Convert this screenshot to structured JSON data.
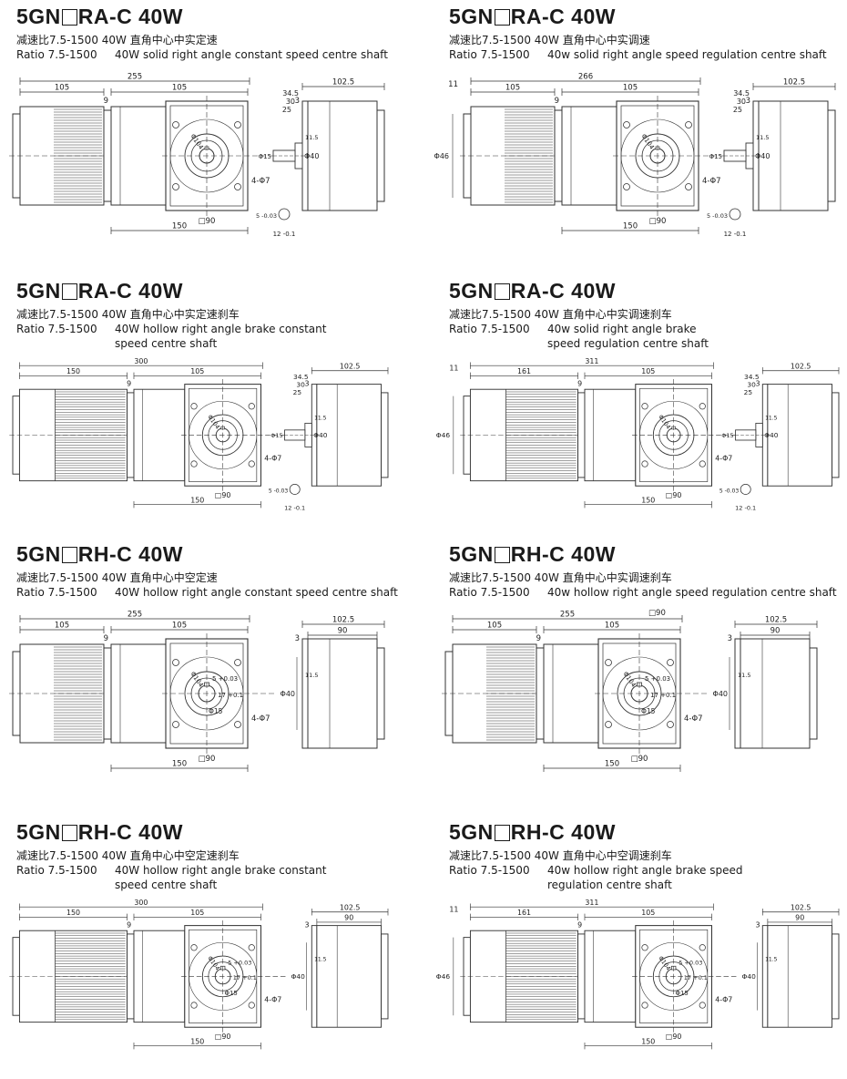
{
  "panels": [
    {
      "variant": "A",
      "title_prefix": "5GN",
      "title_suffix": "RA-C 40W",
      "cn": "减速比7.5-1500    40W 直角中心中实定速",
      "ratio": "Ratio 7.5-1500",
      "en": "40W  solid right angle constant speed centre shaft",
      "en2": "",
      "dims": {
        "total": "255",
        "d1": "105",
        "d2": "105",
        "d3": "9",
        "bottom": "150",
        "sq": "□90",
        "pcd": "Φ104",
        "holes": "4-Φ7",
        "side_top": "102.5",
        "s3": "3",
        "sa": "34.5",
        "sb": "30",
        "sc": "25",
        "shaft": "Φ15",
        "pilot": "Φ40",
        "flange": "11.5",
        "key": "5",
        "key_tol": "-0.03",
        "keyh": "12",
        "keyh_tol": "-0.1",
        "flange11": "",
        "dia46": ""
      }
    },
    {
      "variant": "A",
      "title_prefix": "5GN",
      "title_suffix": "RA-C 40W",
      "cn": "减速比7.5-1500    40W 直角中心中实调速",
      "ratio": "Ratio 7.5-1500",
      "en": "40w   solid right angle speed regulation centre shaft",
      "en2": "",
      "dims": {
        "total": "266",
        "d1": "105",
        "d2": "105",
        "d3": "9",
        "bottom": "150",
        "sq": "□90",
        "pcd": "Φ104",
        "holes": "4-Φ7",
        "side_top": "102.5",
        "s3": "3",
        "sa": "34.5",
        "sb": "30",
        "sc": "25",
        "shaft": "Φ15",
        "pilot": "Φ40",
        "flange": "11.5",
        "key": "5",
        "key_tol": "-0.03",
        "keyh": "12",
        "keyh_tol": "-0.1",
        "flange11": "11",
        "dia46": "Φ46"
      }
    },
    {
      "variant": "B",
      "title_prefix": "5GN",
      "title_suffix": "RA-C 40W",
      "cn": "减速比7.5-1500    40W 直角中心中实定速刹车",
      "ratio": "Ratio 7.5-1500",
      "en": "40W  hollow right angle brake constant",
      "en2": "speed centre shaft",
      "dims": {
        "total": "300",
        "d1": "150",
        "d2": "105",
        "d3": "9",
        "bottom": "150",
        "sq": "□90",
        "pcd": "Φ104",
        "holes": "4-Φ7",
        "side_top": "102.5",
        "s3": "3",
        "sa": "34.5",
        "sb": "30",
        "sc": "25",
        "shaft": "Φ15",
        "pilot": "Φ40",
        "flange": "11.5",
        "key": "5",
        "key_tol": "-0.03",
        "keyh": "12",
        "keyh_tol": "-0.1",
        "flange11": "",
        "dia46": ""
      }
    },
    {
      "variant": "B",
      "title_prefix": "5GN",
      "title_suffix": "RA-C 40W",
      "cn": "减速比7.5-1500    40W 直角中心中实调速刹车",
      "ratio": "Ratio 7.5-1500",
      "en": "40w   solid right angle brake",
      "en2": "speed regulation centre shaft",
      "dims": {
        "total": "311",
        "d1": "161",
        "d2": "105",
        "d3": "9",
        "bottom": "150",
        "sq": "□90",
        "pcd": "Φ104",
        "holes": "4-Φ7",
        "side_top": "102.5",
        "s3": "3",
        "sa": "34.5",
        "sb": "30",
        "sc": "25",
        "shaft": "Φ15",
        "pilot": "Φ40",
        "flange": "11.5",
        "key": "5",
        "key_tol": "-0.03",
        "keyh": "12",
        "keyh_tol": "-0.1",
        "flange11": "11",
        "dia46": "Φ46"
      }
    },
    {
      "variant": "C",
      "title_prefix": "5GN",
      "title_suffix": "RH-C 40W",
      "cn": "减速比7.5-1500    40W 直角中心中空定速",
      "ratio": "Ratio 7.5-1500",
      "en": "40W  hollow right angle constant speed centre shaft",
      "en2": "",
      "dims": {
        "total": "255",
        "d1": "105",
        "d2": "105",
        "d3": "9",
        "bottom": "150",
        "sq": "□90",
        "pcd": "Φ104",
        "holes": "4-Φ7",
        "side_top": "102.5",
        "side90": "90",
        "s3": "3",
        "pilot": "Φ40",
        "flange": "11.5",
        "bore": "Φ15",
        "kw": "5",
        "kw_tol": "+0.03",
        "kd": "17",
        "kd_tol": "+0.1",
        "topsq": "",
        "flange11": "",
        "dia46": ""
      }
    },
    {
      "variant": "C",
      "title_prefix": "5GN",
      "title_suffix": "RH-C 40W",
      "cn": "减速比7.5-1500    40W 直角中心中实调速刹车",
      "ratio": "Ratio 7.5-1500",
      "en": "40w hollow right angle speed regulation centre shaft",
      "en2": "",
      "dims": {
        "total": "255",
        "d1": "105",
        "d2": "105",
        "d3": "9",
        "bottom": "150",
        "sq": "□90",
        "pcd": "Φ104",
        "holes": "4-Φ7",
        "side_top": "102.5",
        "side90": "90",
        "s3": "3",
        "pilot": "Φ40",
        "flange": "11.5",
        "bore": "Φ15",
        "kw": "5",
        "kw_tol": "+0.03",
        "kd": "17",
        "kd_tol": "+0.1",
        "topsq": "□90",
        "flange11": "",
        "dia46": ""
      }
    },
    {
      "variant": "D",
      "title_prefix": "5GN",
      "title_suffix": "RH-C 40W",
      "cn": "减速比7.5-1500    40W 直角中心中空定速刹车",
      "ratio": "Ratio 7.5-1500",
      "en": "40W  hollow right angle brake constant",
      "en2": "speed centre shaft",
      "dims": {
        "total": "300",
        "d1": "150",
        "d2": "105",
        "d3": "9",
        "bottom": "150",
        "sq": "□90",
        "pcd": "Φ104",
        "holes": "4-Φ7",
        "side_top": "102.5",
        "side90": "90",
        "s3": "3",
        "pilot": "Φ40",
        "flange": "11.5",
        "bore": "Φ15",
        "kw": "5",
        "kw_tol": "+0.03",
        "kd": "17",
        "kd_tol": "+0.1",
        "topsq": "",
        "flange11": "",
        "dia46": ""
      }
    },
    {
      "variant": "D",
      "title_prefix": "5GN",
      "title_suffix": "RH-C 40W",
      "cn": "减速比7.5-1500    40W 直角中心中空调速刹车",
      "ratio": "Ratio 7.5-1500",
      "en": "40w   hollow right angle brake speed",
      "en2": "regulation centre shaft",
      "dims": {
        "total": "311",
        "d1": "161",
        "d2": "105",
        "d3": "9",
        "bottom": "150",
        "sq": "□90",
        "pcd": "Φ104",
        "holes": "4-Φ7",
        "side_top": "102.5",
        "side90": "90",
        "s3": "3",
        "pilot": "Φ40",
        "flange": "11.5",
        "bore": "Φ15",
        "kw": "5",
        "kw_tol": "+0.03",
        "kd": "17",
        "kd_tol": "+0.1",
        "topsq": "",
        "flange11": "11",
        "dia46": "Φ46"
      }
    }
  ]
}
